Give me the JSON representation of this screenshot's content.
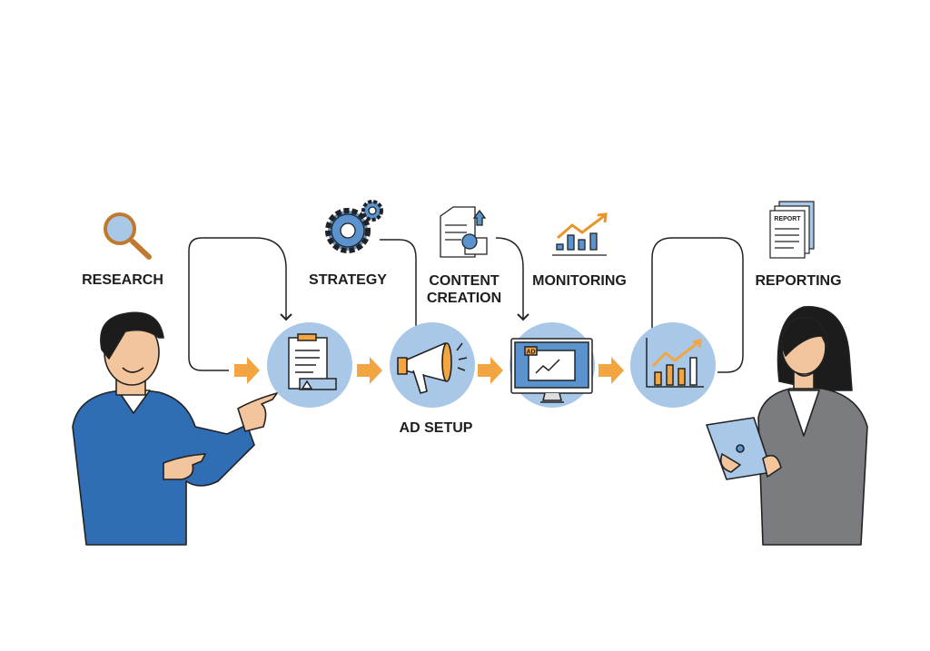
{
  "colors": {
    "circle": "#a9c8e8",
    "accent": "#f2a541",
    "blue": "#5b93cf",
    "shirt": "#2f6db5",
    "suit": "#7a7c80",
    "line": "#222222"
  },
  "stages": {
    "research": "RESEARCH",
    "strategy": "STRATEGY",
    "content_line1": "CONTENT",
    "content_line2": "CREATION",
    "monitoring": "MONITORING",
    "reporting": "REPORTING",
    "ad_setup": "AD SETUP"
  },
  "icons": {
    "ad_badge": "AD",
    "report_doc": "REPORT"
  }
}
